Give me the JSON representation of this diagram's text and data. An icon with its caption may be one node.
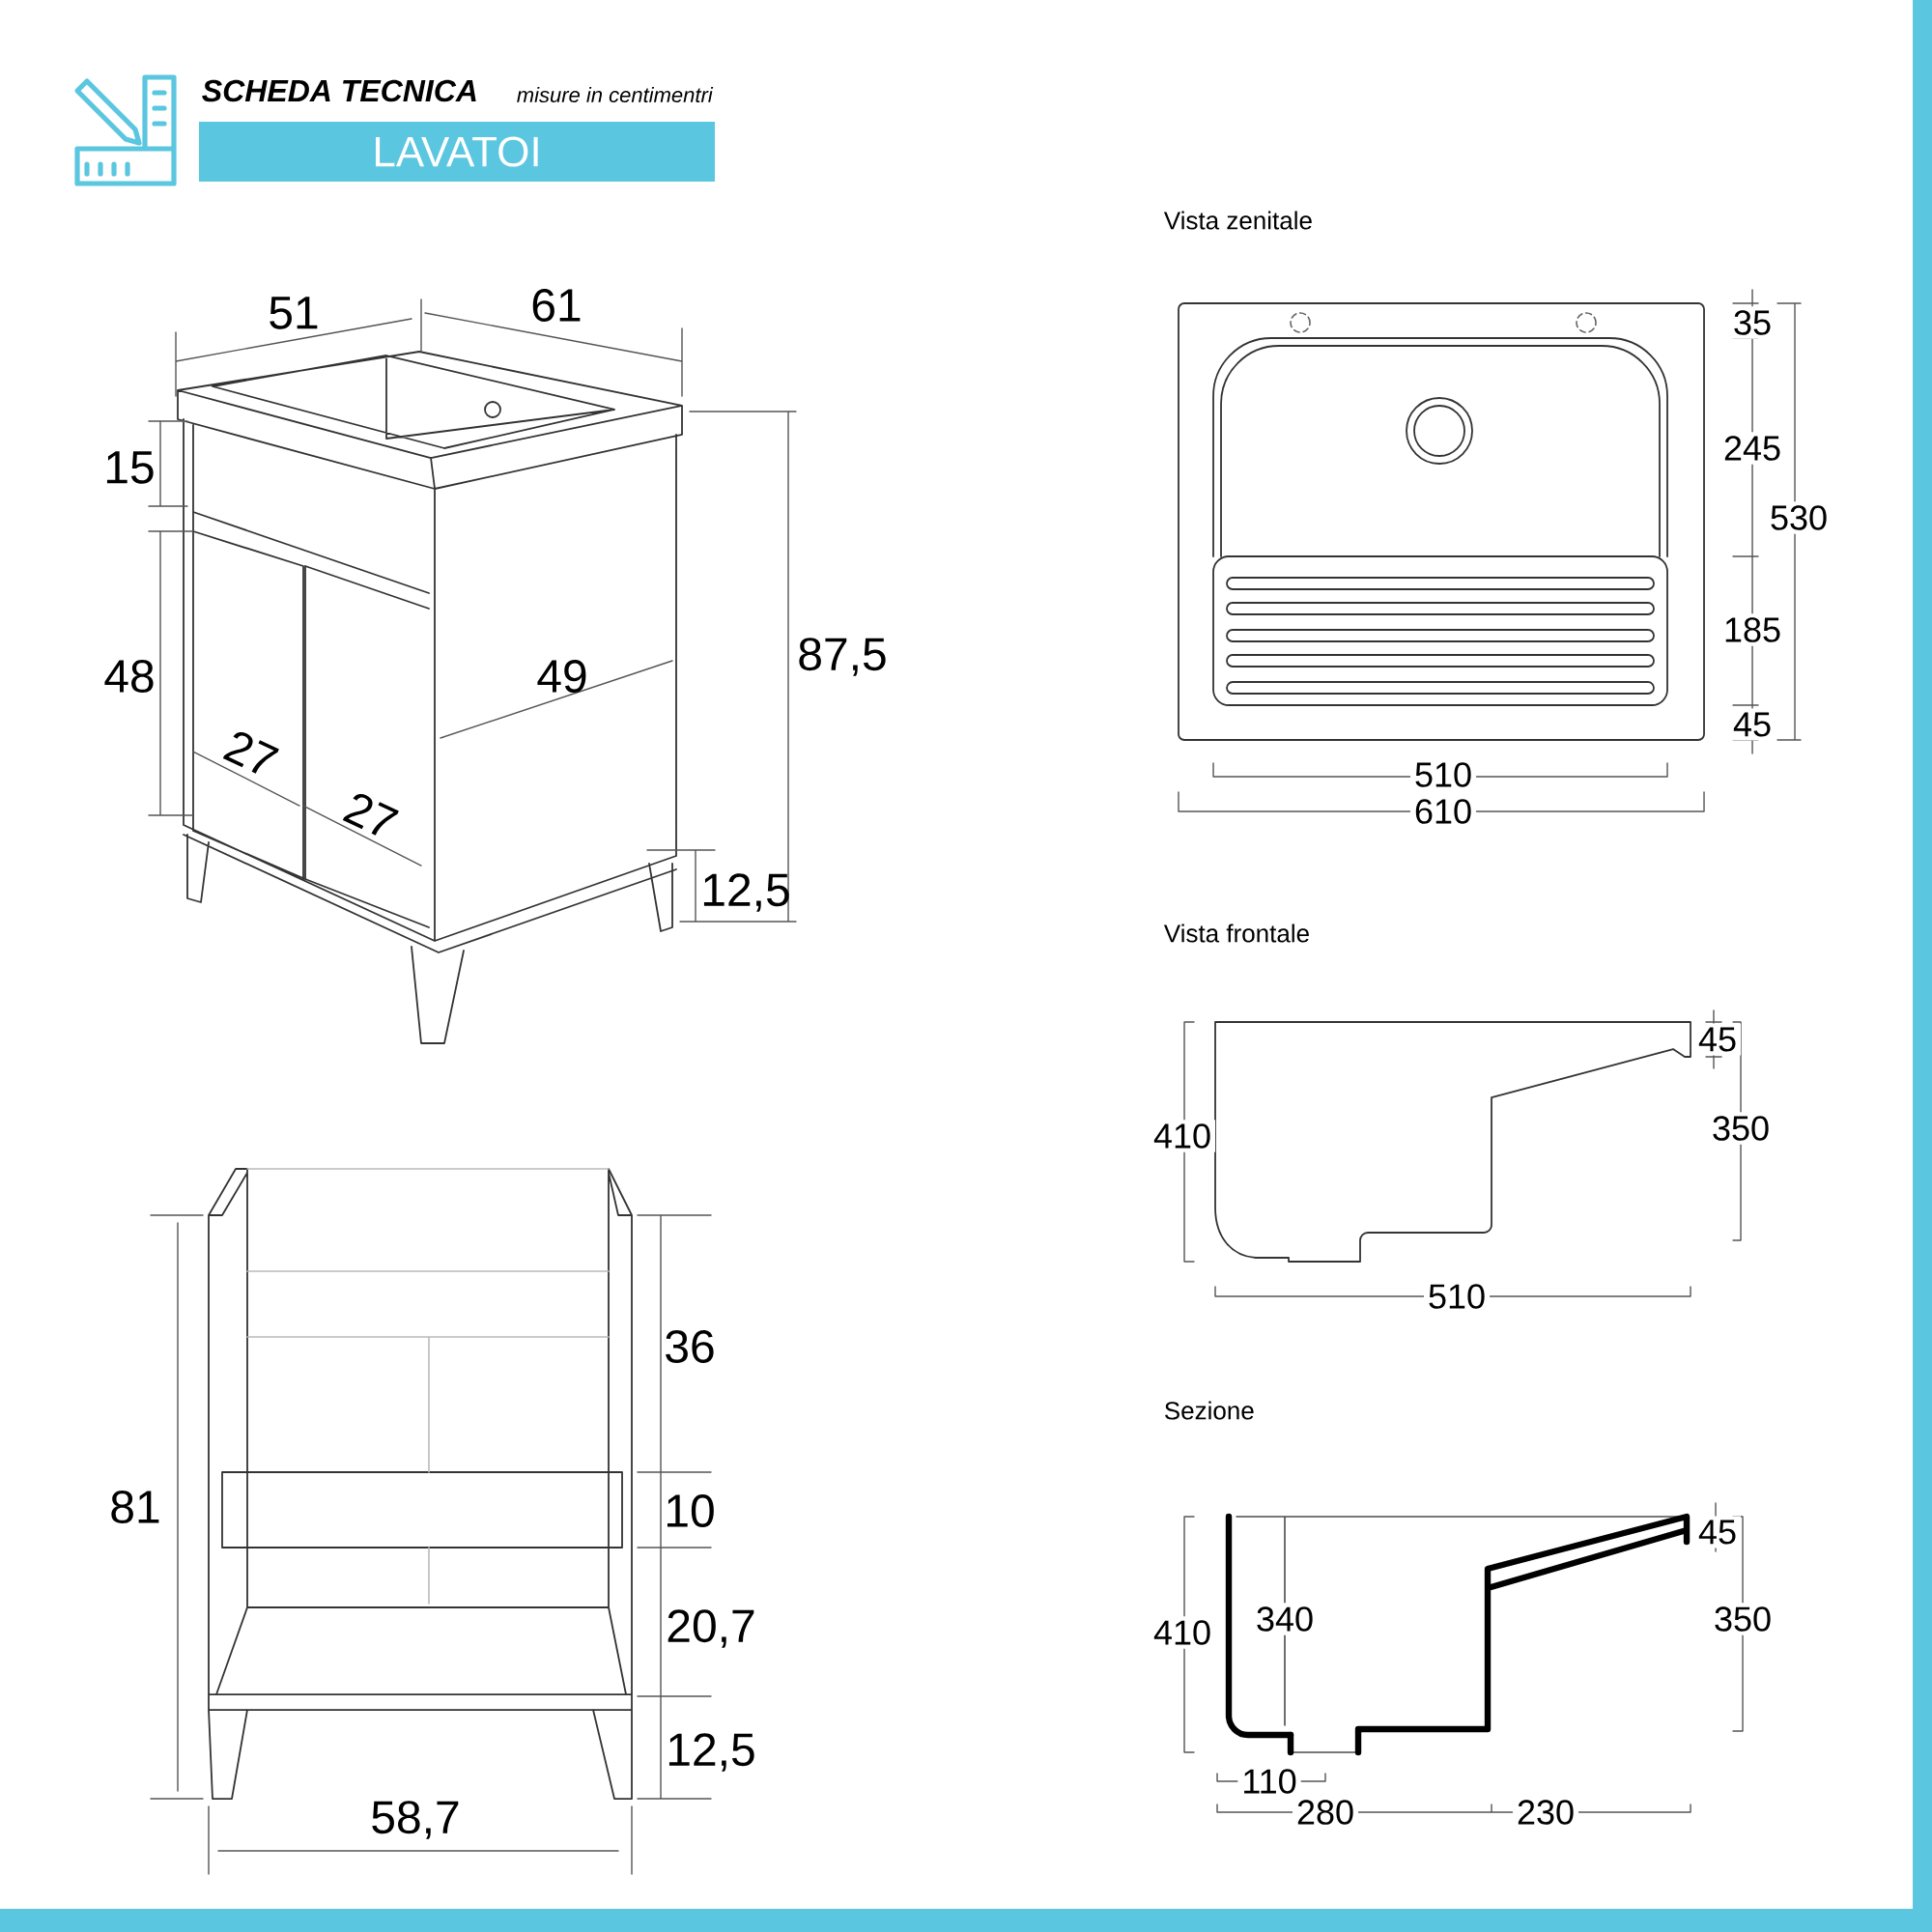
{
  "diagram": {
    "title": "SCHEDA TECNICA",
    "nodes": [
      {
        "text": [
          "LAVATOI"
        ]
      }
    ],
    "labels": [
      "misure in centimentri",
      "Vista zenitale",
      "51",
      "61",
      "35",
      "15",
      "245",
      "530",
      "48",
      "49",
      "87,5",
      "185",
      "27",
      "27",
      "45",
      "510",
      "12,5",
      "610",
      "Vista frontale",
      "45",
      "410",
      "350",
      "510",
      "36",
      "Sezione",
      "81",
      "10",
      "45",
      "410",
      "340",
      "350",
      "20,7",
      "12,5",
      "110",
      "280",
      "230",
      "58,7"
    ]
  }
}
